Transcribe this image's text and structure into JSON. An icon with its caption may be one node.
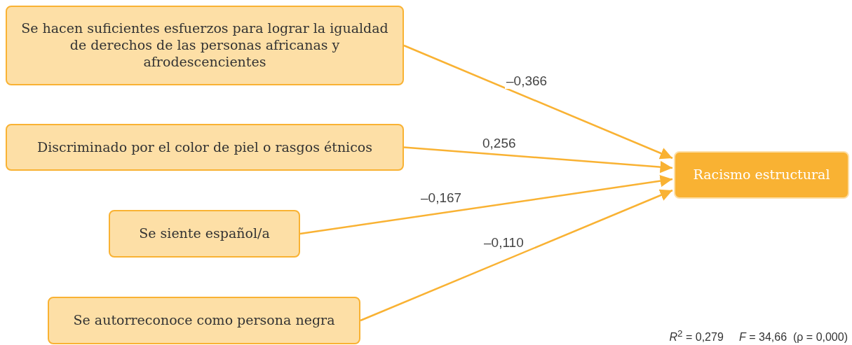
{
  "diagram": {
    "nodes": [
      {
        "text": [
          "Se hacen suficientes esfuerzos para lograr la igualdad de derechos de las personas africanas y afrodescencientes"
        ]
      },
      {
        "text": [
          "Discriminado por el color de piel o rasgos étnicos"
        ]
      },
      {
        "text": [
          "Se siente español/a"
        ]
      },
      {
        "text": [
          "Se autorreconoce como persona negra"
        ]
      },
      {
        "text": [
          "Racismo estructural"
        ]
      }
    ],
    "edges": [
      {
        "from": 0,
        "to": 4,
        "arrow": "to",
        "label": "–0,366"
      },
      {
        "from": 1,
        "to": 4,
        "arrow": "to",
        "label": "0,256"
      },
      {
        "from": 2,
        "to": 4,
        "arrow": "to",
        "label": "–0,167"
      },
      {
        "from": 3,
        "to": 4,
        "arrow": "to",
        "label": "–0,110"
      }
    ],
    "labels": [
      "*R*$^{2}$ = 0,279     *F* = 34,66  (ρ = 0,000)"
    ]
  }
}
